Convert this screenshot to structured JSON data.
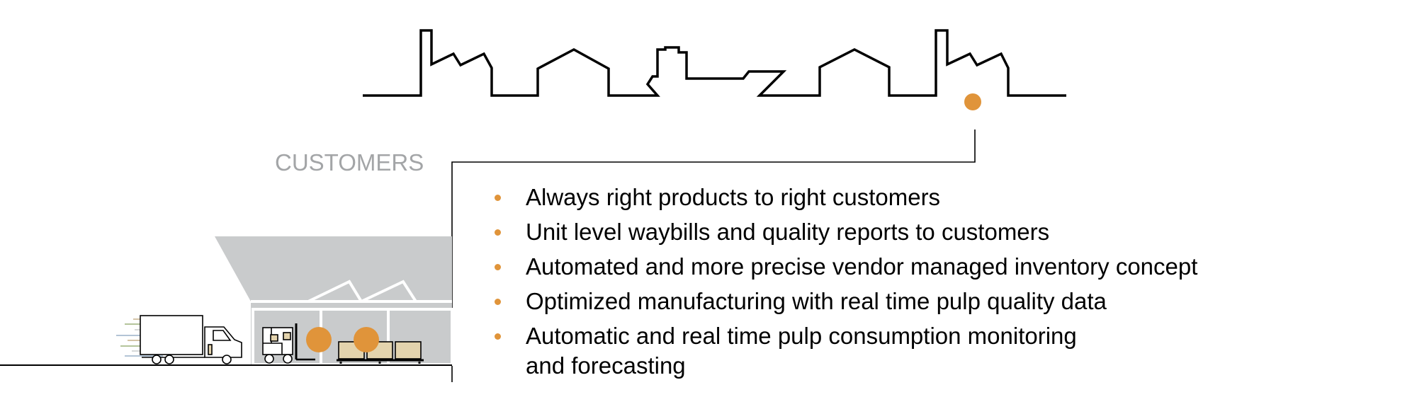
{
  "colors": {
    "accent": "#e0943a",
    "line": "#000000",
    "building": "#c9cbcc",
    "label": "#a3a5a7",
    "box": "#e3d3ad"
  },
  "section_label": "CUSTOMERS",
  "benefits": [
    "Always right products to right customers",
    "Unit level waybills and quality reports to customers",
    "Automated and more precise vendor managed inventory concept",
    "Optimized manufacturing with real time pulp quality data",
    "Automatic and real time pulp consumption monitoring\nand forecasting"
  ],
  "icons": {
    "skyline": "city-skyline-outline-icon",
    "warehouse": "warehouse-icon",
    "truck": "delivery-truck-icon",
    "forklift": "forklift-icon",
    "pallet": "pallet-boxes-icon"
  }
}
